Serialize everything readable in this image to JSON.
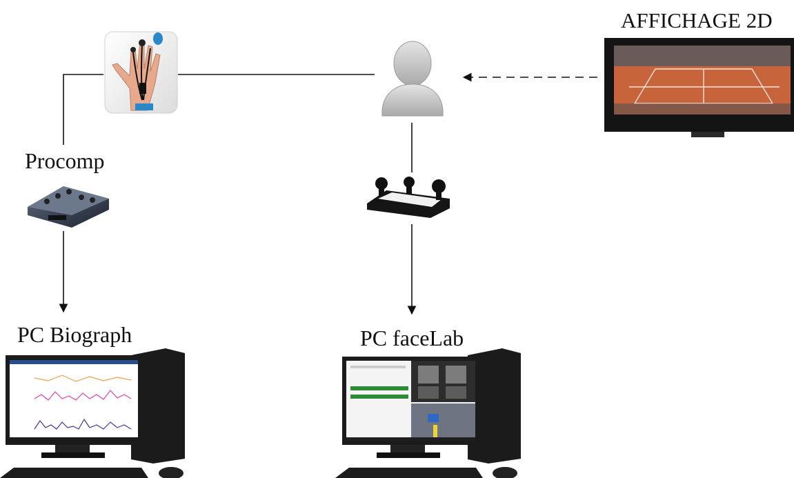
{
  "labels": {
    "display": "AFFICHAGE  2D",
    "procomp": "Procomp",
    "pc_biograph": "PC Biograph",
    "pc_facelab": "PC faceLab"
  },
  "colors": {
    "line": "#111111",
    "tv_frame": "#141414",
    "clay_court": "#c8643c",
    "court_line": "#f2e6da",
    "stand": "#3a3f4a",
    "screen_bg": "#ffffff",
    "tower": "#1b1b1b",
    "glove_blue": "#2a87c8",
    "user_icon": "#c7c7c7"
  },
  "icons": [
    "hand-sensor-icon",
    "user-icon",
    "tv-display-icon",
    "procomp-device-icon",
    "facelab-camera-rig-icon",
    "desktop-computer-icon"
  ]
}
